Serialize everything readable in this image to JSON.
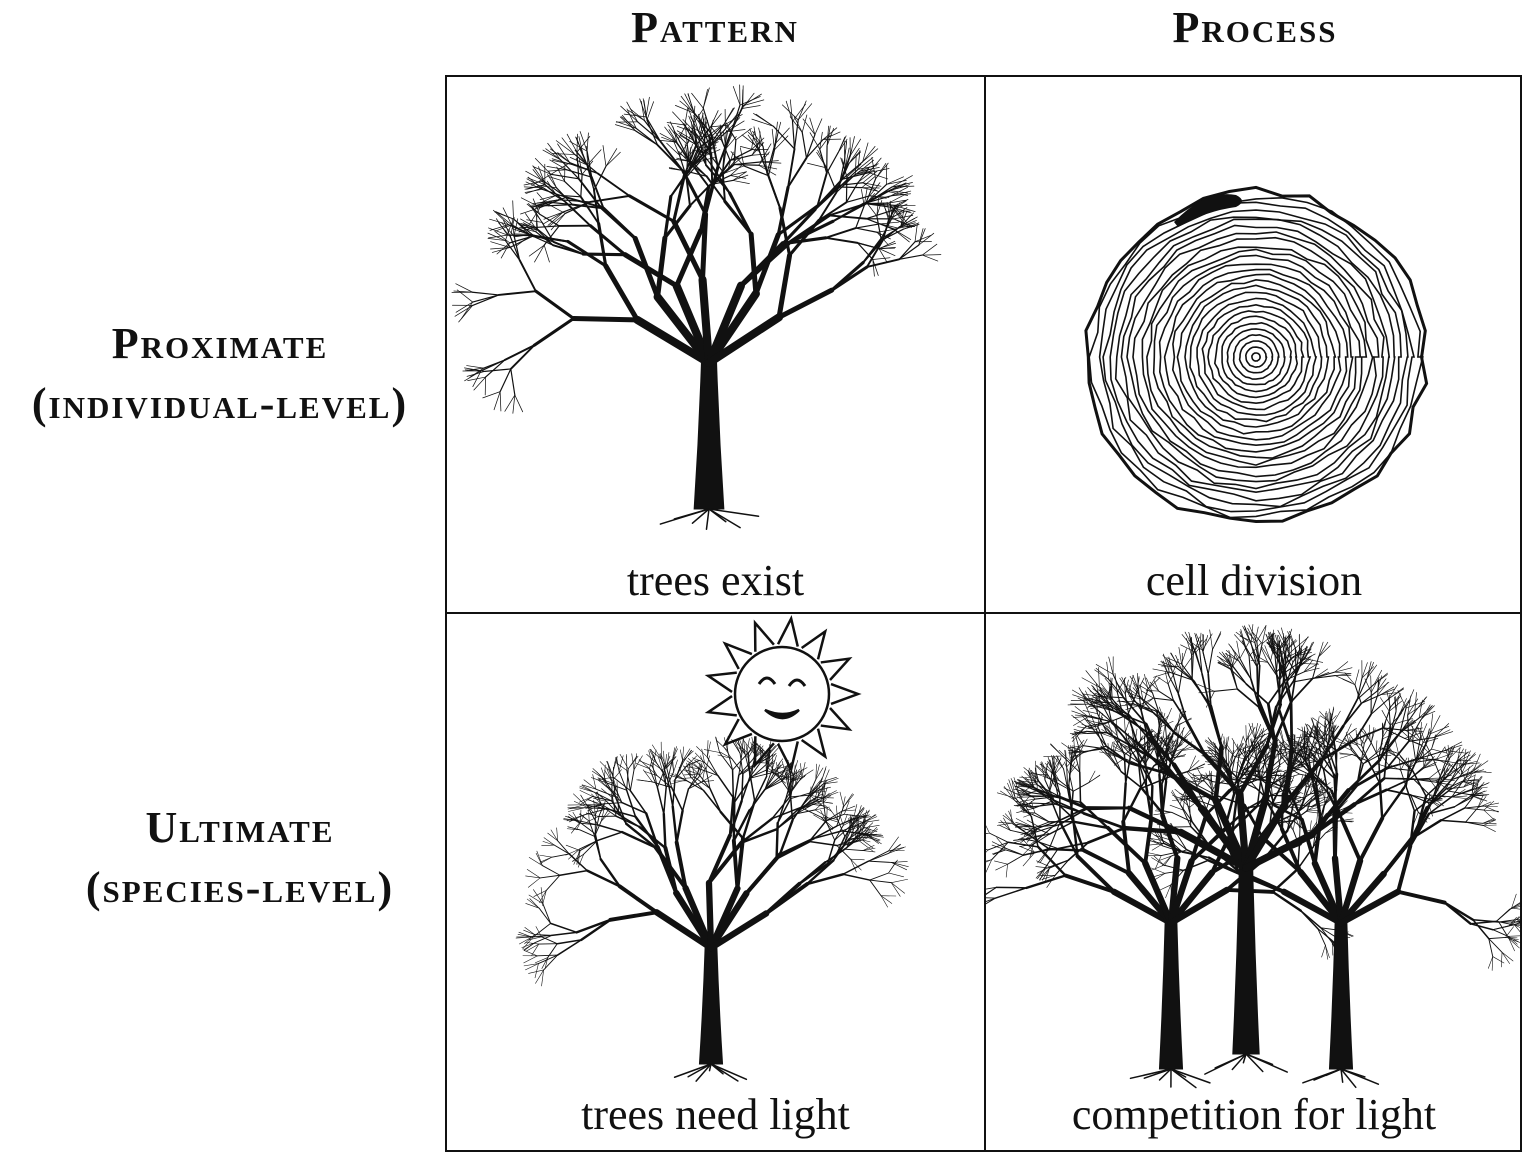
{
  "columns": {
    "pattern": "Pattern",
    "process": "Process"
  },
  "rows": {
    "proximate": {
      "title": "Proximate",
      "subtitle": "(individual-level)"
    },
    "ultimate": {
      "title": "Ultimate",
      "subtitle": "(species-level)"
    }
  },
  "cells": {
    "proximate_pattern": {
      "caption": "trees exist",
      "icon": "tree-icon"
    },
    "proximate_process": {
      "caption": "cell division",
      "icon": "tree-rings-icon"
    },
    "ultimate_pattern": {
      "caption": "trees need light",
      "icon": "tree-with-sun-icon"
    },
    "ultimate_process": {
      "caption": "competition for light",
      "icon": "forest-icon"
    }
  }
}
